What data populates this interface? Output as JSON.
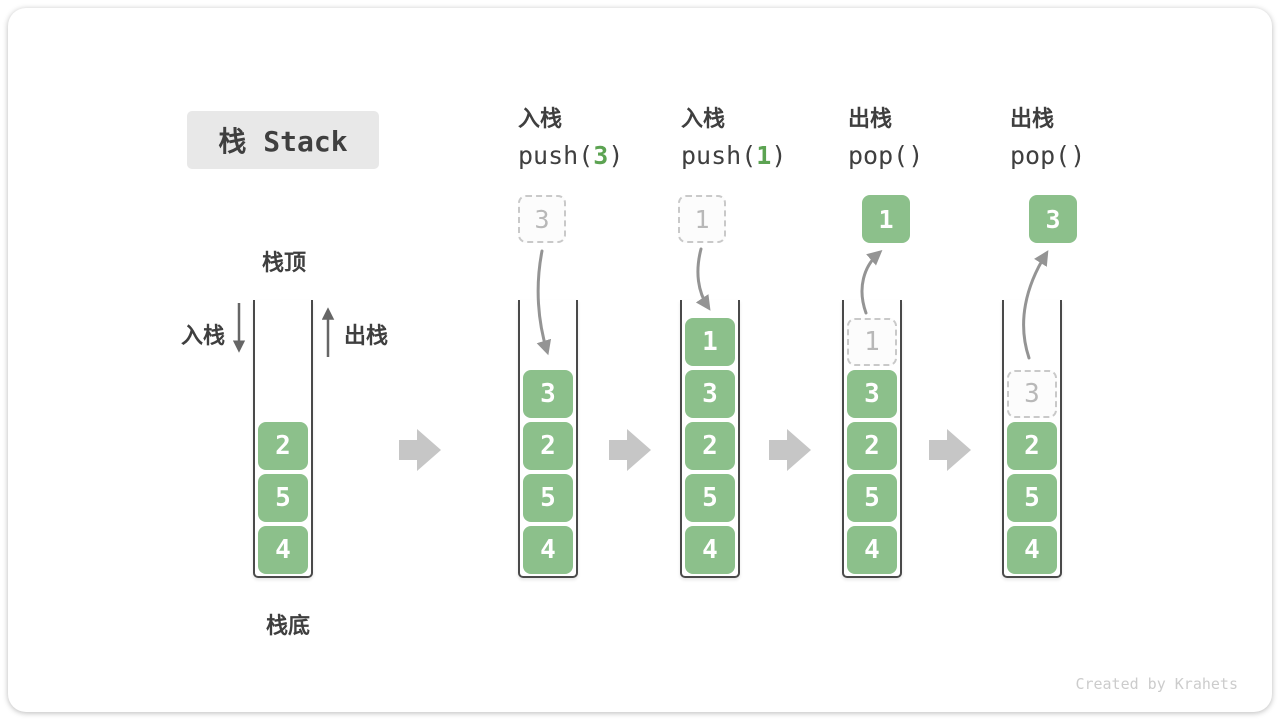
{
  "title": "栈 Stack",
  "watermark": "Created by Krahets",
  "labels": {
    "stack_top": "栈顶",
    "stack_bottom": "栈底",
    "push_arrow": "入栈",
    "pop_arrow": "出栈"
  },
  "colors": {
    "block_green": "#8cc08b",
    "code_arg_green": "#5ca352",
    "dashed_border": "#c9c9c9",
    "dashed_text": "#b8b8b8",
    "flow_arrow": "#949494",
    "transition_arrow": "#c6c6c6",
    "wall": "#4a4a4a",
    "text_dark": "#3f3f3f",
    "title_bg": "#e8e8e8",
    "watermark_gray": "#cccccc"
  },
  "columns": [
    {
      "name": "initial",
      "cells": [
        {
          "v": "2"
        },
        {
          "v": "5"
        },
        {
          "v": "4"
        }
      ]
    },
    {
      "name": "push-3",
      "op_label": "入栈",
      "code_prefix": "push(",
      "code_arg": "3",
      "code_suffix": ")",
      "floating": {
        "v": "3"
      },
      "cells": [
        {
          "v": "3"
        },
        {
          "v": "2"
        },
        {
          "v": "5"
        },
        {
          "v": "4"
        }
      ]
    },
    {
      "name": "push-1",
      "op_label": "入栈",
      "code_prefix": "push(",
      "code_arg": "1",
      "code_suffix": ")",
      "floating": {
        "v": "1"
      },
      "cells": [
        {
          "v": "1"
        },
        {
          "v": "3"
        },
        {
          "v": "2"
        },
        {
          "v": "5"
        },
        {
          "v": "4"
        }
      ]
    },
    {
      "name": "pop-first",
      "op_label": "出栈",
      "code_prefix": "pop(",
      "code_arg": "",
      "code_suffix": ")",
      "floating": {
        "v": "1"
      },
      "cells": [
        {
          "v": "1"
        },
        {
          "v": "3"
        },
        {
          "v": "2"
        },
        {
          "v": "5"
        },
        {
          "v": "4"
        }
      ]
    },
    {
      "name": "pop-second",
      "op_label": "出栈",
      "code_prefix": "pop(",
      "code_arg": "",
      "code_suffix": ")",
      "floating": {
        "v": "3"
      },
      "cells": [
        {
          "v": "3"
        },
        {
          "v": "2"
        },
        {
          "v": "5"
        },
        {
          "v": "4"
        }
      ]
    }
  ]
}
